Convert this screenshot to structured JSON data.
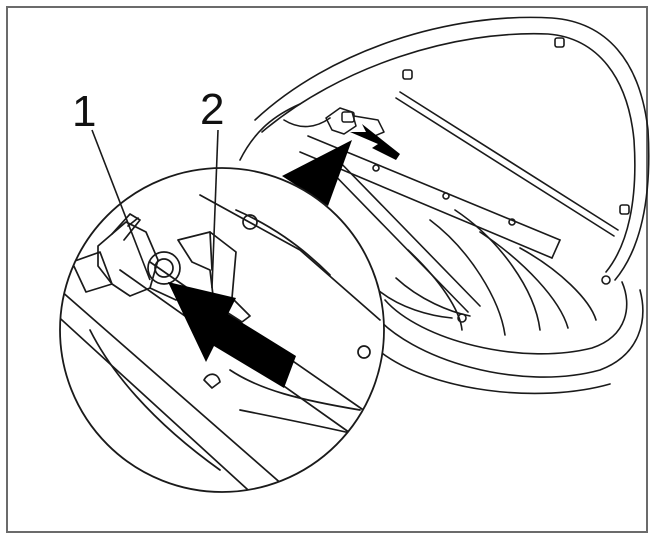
{
  "figure": {
    "callouts": [
      {
        "id": "part-1",
        "label": "1"
      },
      {
        "id": "part-2",
        "label": "2"
      }
    ],
    "colors": {
      "line": "#1a1a1a",
      "border": "#6b6b6b",
      "arrow": "#000000",
      "background": "#ffffff"
    }
  }
}
